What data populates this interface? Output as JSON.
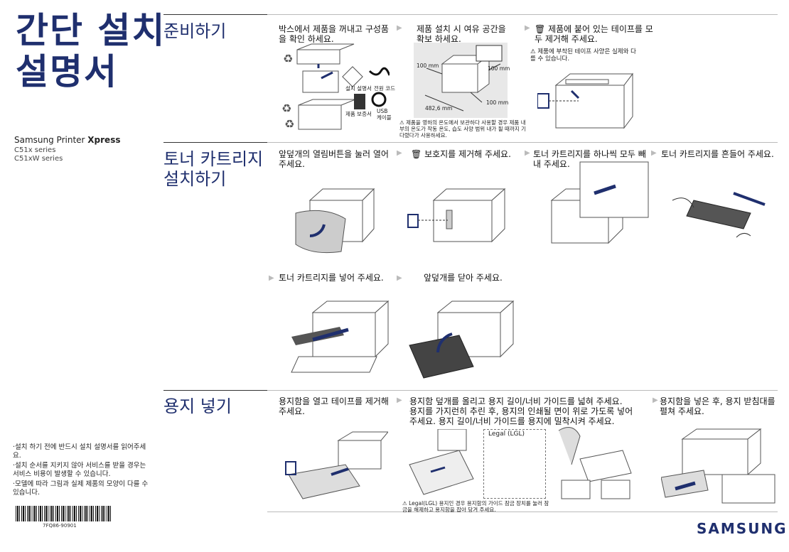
{
  "header": {
    "title_line1": "간단 설치",
    "title_line2": "설명서",
    "product_prefix": "Samsung Printer ",
    "product_bold": "Xpress",
    "series1": "C51x series",
    "series2": "C51xW series"
  },
  "notes": [
    "·설치 하기 전에 반드시 설치 설명서를 읽어주세요.",
    "·설치 순서를 지키지 않아 서비스를 받을 경우는 서비스 비용이 발생할 수 있습니다.",
    "·모델에 따라 그림과 실제 제품의 모양이 다를 수 있습니다."
  ],
  "barcode_number": "7FQ86-90901",
  "brand": "SAMSUNG",
  "sections": {
    "prepare": {
      "title": "준비하기",
      "step1": "박스에서 제품을 꺼내고 구성품을 확인 하세요.",
      "step2": "제품 설치 시 여유 공간을 확보 하세요.",
      "step3": "제품에 붙어 있는 테이프를 모두 제거해 주세요.",
      "step3_warn": "제품에 부착된 테이프 사양은 실제와 다를 수 있습니다.",
      "step2_warn": "제품을 영하의 온도에서 보관하다 사용할 경우 제품 내부의 온도가 작동 온도, 습도 사양 범위 내가 될 때까지 기다렸다가 사용하세요.",
      "item_manual": "설치 설명서",
      "item_power": "전원 코드",
      "item_warranty": "제품 보증서",
      "item_usb": "USB 케이블",
      "dim_100a": "100 mm",
      "dim_100b": "100 mm",
      "dim_100c": "100 mm",
      "dim_482": "482,6 mm"
    },
    "toner": {
      "title_line1": "토너 카트리지",
      "title_line2": "설치하기",
      "step1": "앞덮개의 열림버튼을 눌러 열어 주세요.",
      "step2": "보호지를 제거해 주세요.",
      "step3": "토너 카트리지를 하나씩 모두 빼내 주세요.",
      "step4": "토너 카트리지를 흔들어 주세요.",
      "step5": "토너 카트리지를 넣어 주세요.",
      "step6": "앞덮개를 닫아 주세요."
    },
    "paper": {
      "title": "용지 넣기",
      "step1": "용지함을 열고 테이프를 제거해 주세요.",
      "step2_line1": "용지함 덮개를 올리고 용지 길이/너비 가이드를 넓혀 주세요.",
      "step2_line2": "용지를 가지런히 추린 후, 용지의 인쇄될 면이 위로 가도록 넣어",
      "step2_line3": "주세요. 용지 길이/너비 가이드를 용지에 밀착시켜 주세요.",
      "step3": "용지함을 넣은 후, 용지 받침대를 펼쳐 주세요.",
      "legal_label": "Legal (LGL)",
      "warn": "Legal(LGL) 용지인 경우 용지함의 가이드 잠금 장치를 눌러 잠금을 해제하고 용지함을 잡아 당겨 주세요."
    }
  }
}
